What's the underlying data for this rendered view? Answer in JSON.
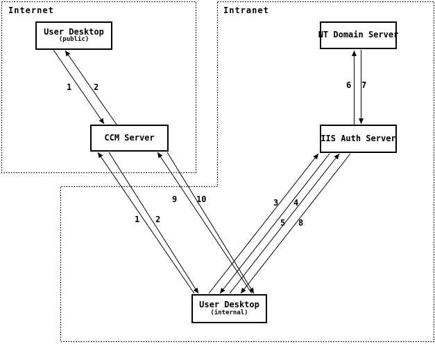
{
  "page": {
    "background": "#ffffff",
    "ink": "#000000"
  },
  "diagram": {
    "zones": [
      {
        "id": "internet",
        "label": "Internet"
      },
      {
        "id": "intranet",
        "label": "Intranet"
      }
    ],
    "nodes": [
      {
        "id": "user-desktop-public",
        "title": "User Desktop",
        "subtitle": "(public)",
        "zone": "internet"
      },
      {
        "id": "ccm-server",
        "title": "CCM Server",
        "zone": "internet"
      },
      {
        "id": "nt-domain-server",
        "title": "NT Domain Server",
        "zone": "intranet"
      },
      {
        "id": "iis-auth-server",
        "title": "IIS Auth Server",
        "zone": "intranet"
      },
      {
        "id": "user-desktop-internal",
        "title": "User Desktop",
        "subtitle": "(internal)",
        "zone": "intranet"
      }
    ],
    "flows": [
      {
        "label": "1",
        "from": "user-desktop-public",
        "to": "ccm-server"
      },
      {
        "label": "2",
        "from": "ccm-server",
        "to": "user-desktop-public"
      },
      {
        "label": "1",
        "from": "user-desktop-internal",
        "to": "ccm-server"
      },
      {
        "label": "2",
        "from": "ccm-server",
        "to": "user-desktop-internal"
      },
      {
        "label": "9",
        "from": "user-desktop-internal",
        "to": "ccm-server"
      },
      {
        "label": "10",
        "from": "ccm-server",
        "to": "user-desktop-internal"
      },
      {
        "label": "3",
        "from": "user-desktop-internal",
        "to": "iis-auth-server"
      },
      {
        "label": "4",
        "from": "iis-auth-server",
        "to": "user-desktop-internal"
      },
      {
        "label": "5",
        "from": "user-desktop-internal",
        "to": "iis-auth-server"
      },
      {
        "label": "8",
        "from": "iis-auth-server",
        "to": "user-desktop-internal"
      },
      {
        "label": "6",
        "from": "iis-auth-server",
        "to": "nt-domain-server"
      },
      {
        "label": "7",
        "from": "nt-domain-server",
        "to": "iis-auth-server"
      }
    ]
  }
}
